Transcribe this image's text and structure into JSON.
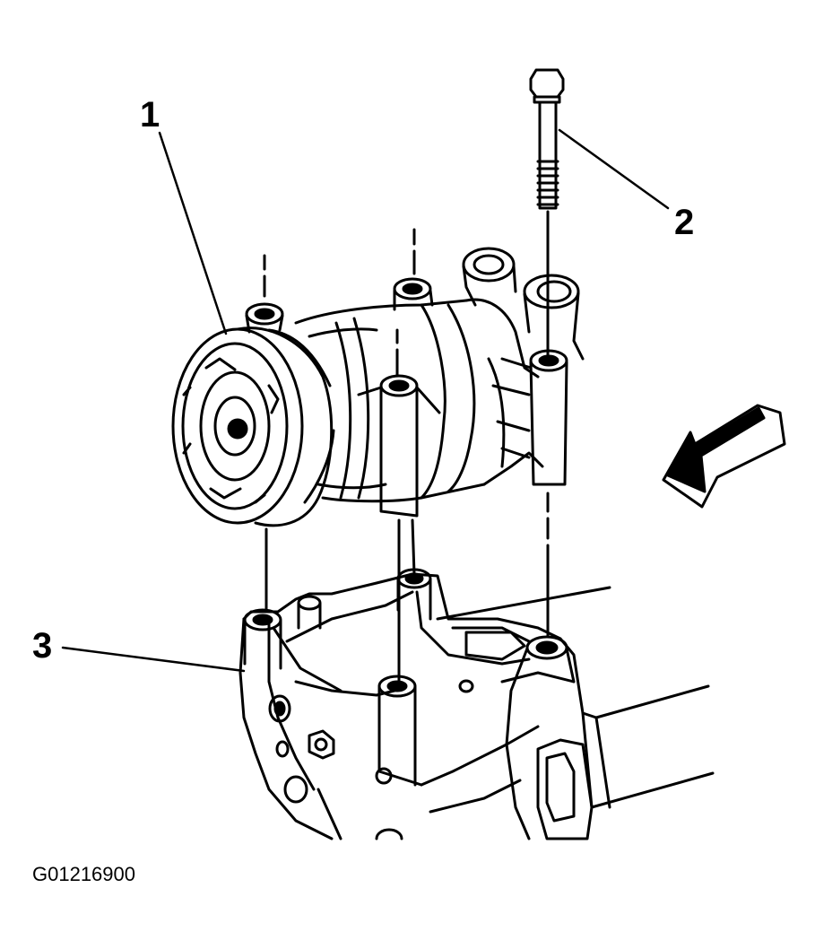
{
  "figure": {
    "id": "G01216900",
    "callouts": [
      {
        "number": "1"
      },
      {
        "number": "2"
      },
      {
        "number": "3"
      }
    ]
  },
  "colors": {
    "ink": "#000000",
    "paper": "#ffffff"
  }
}
